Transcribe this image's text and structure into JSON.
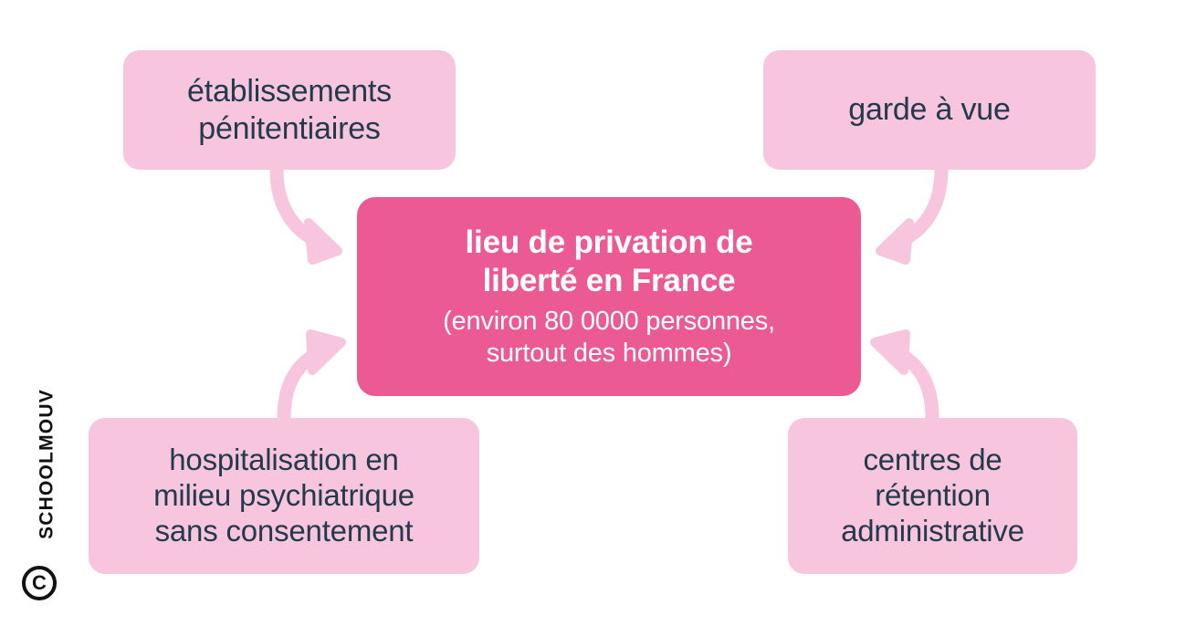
{
  "diagram": {
    "title": "lieu de privation de liberte en France",
    "background_color": "#ffffff",
    "accent_color": "#ec5a94",
    "node_color": "#f7c6de",
    "text_color": "#233a4c",
    "center": {
      "title": "lieu de privation de\nliberté en France",
      "subtitle": "(environ 80 0000 personnes,\nsurtout des hommes)"
    },
    "nodes": [
      {
        "id": "penitentiaire",
        "label": "établissements\npénitentiaires"
      },
      {
        "id": "garde-a-vue",
        "label": "garde à vue"
      },
      {
        "id": "hospitalisation",
        "label": "hospitalisation en\nmilieu psychiatrique\nsans consentement"
      },
      {
        "id": "retention",
        "label": "centres de\nrétention\nadministrative"
      }
    ],
    "arrows": [
      {
        "id": "arrow-penitentiaire-to-center",
        "from": "penitentiaire",
        "to": "center",
        "color": "#f7c6de"
      },
      {
        "id": "arrow-garde-a-vue-to-center",
        "from": "garde-a-vue",
        "to": "center",
        "color": "#f7c6de"
      },
      {
        "id": "arrow-hospitalisation-to-center",
        "from": "hospitalisation",
        "to": "center",
        "color": "#f7c6de"
      },
      {
        "id": "arrow-retention-to-center",
        "from": "retention",
        "to": "center",
        "color": "#f7c6de"
      }
    ]
  },
  "watermark": {
    "text": "SCHOOLMOUV",
    "symbol": "C"
  }
}
